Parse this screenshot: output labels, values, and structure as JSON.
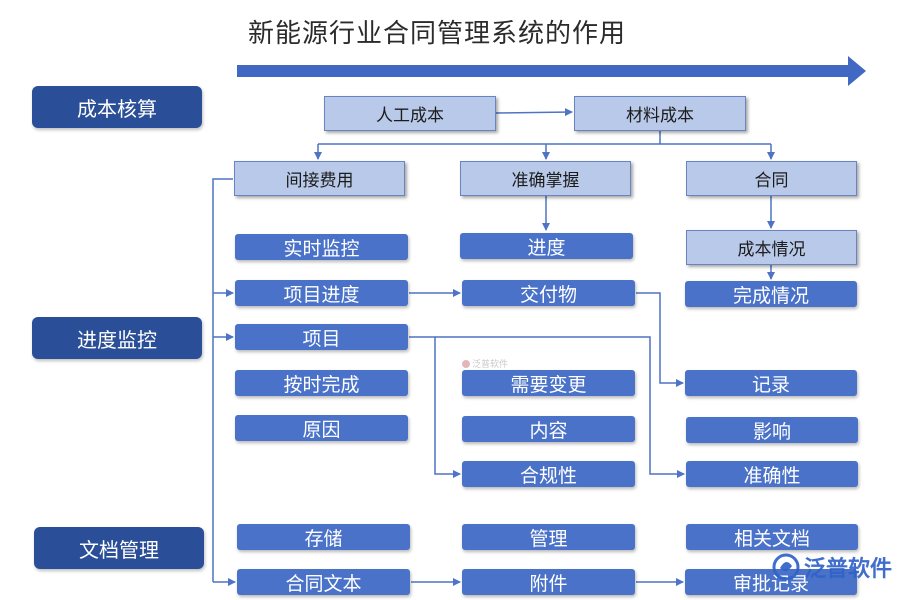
{
  "title": "新能源行业合同管理系统的作用",
  "categories": {
    "cost": "成本核算",
    "progress": "进度监控",
    "docs": "文档管理"
  },
  "top": {
    "labor": "人工成本",
    "material": "材料成本"
  },
  "mid": {
    "indirect": "间接费用",
    "accurate": "准确掌握",
    "contract": "合同"
  },
  "col1": [
    "实时监控",
    "项目进度",
    "项目",
    "按时完成",
    "原因"
  ],
  "col2": [
    "进度",
    "交付物",
    "需要变更",
    "内容",
    "合规性"
  ],
  "col3": {
    "cost_status": "成本情况",
    "done": "完成情况",
    "record": "记录",
    "impact": "影响",
    "accuracy": "准确性"
  },
  "docs_row1": [
    "存储",
    "管理",
    "相关文档"
  ],
  "docs_row2": [
    "合同文本",
    "附件",
    "审批记录"
  ],
  "watermark": {
    "small": "泛普软件",
    "logo": "泛普软件"
  },
  "colors": {
    "category": "#2a4e97",
    "light_box": "#b9c9e9",
    "pill": "#4a72c9",
    "connector": "#4f74c4"
  }
}
